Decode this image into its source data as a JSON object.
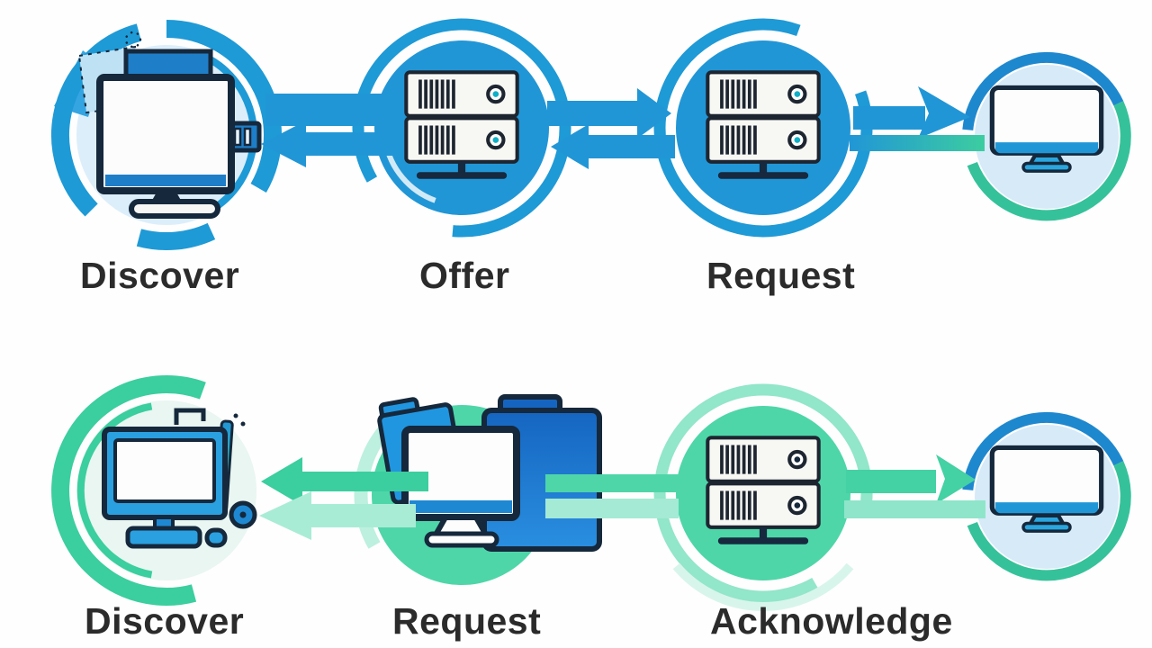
{
  "diagram": {
    "background": "#fefefe",
    "palette": {
      "blue": "#2196d6",
      "blue_dark_outline": "#15283c",
      "blue_light_fill": "#d9ecf8",
      "green": "#44d1a4",
      "green_light": "#a9ecd6",
      "label_color": "#2b2b2b"
    },
    "rows": [
      {
        "theme": "blue",
        "stages": [
          {
            "label": "Discover",
            "icon": "desktop-computer-icon"
          },
          {
            "label": "Offer",
            "icon": "server-icon"
          },
          {
            "label": "Request",
            "icon": "server-icon"
          },
          {
            "label": "",
            "icon": "monitor-icon"
          }
        ],
        "arrows": [
          {
            "between": [
              0,
              1
            ],
            "directions": [
              "right",
              "left"
            ]
          },
          {
            "between": [
              1,
              2
            ],
            "directions": [
              "right",
              "left"
            ]
          },
          {
            "between": [
              2,
              3
            ],
            "directions": [
              "right"
            ]
          }
        ]
      },
      {
        "theme": "green",
        "stages": [
          {
            "label": "Discover",
            "icon": "desktop-computer-icon"
          },
          {
            "label": "Request",
            "icon": "monitor-folders-icon"
          },
          {
            "label": "Acknowledge",
            "icon": "server-icon"
          },
          {
            "label": "",
            "icon": "monitor-icon"
          }
        ],
        "arrows": [
          {
            "between": [
              1,
              0
            ],
            "directions": [
              "left",
              "left"
            ]
          },
          {
            "between": [
              1,
              2
            ],
            "directions": [
              "bar",
              "bar"
            ]
          },
          {
            "between": [
              2,
              3
            ],
            "directions": [
              "right"
            ]
          }
        ]
      }
    ]
  }
}
